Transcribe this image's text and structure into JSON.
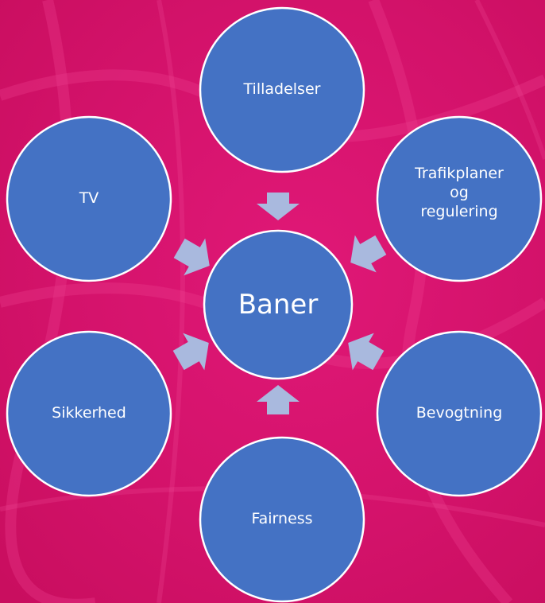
{
  "center": {
    "label": "Baner"
  },
  "nodes": [
    {
      "id": "tilladelser",
      "label": "Tilladelser"
    },
    {
      "id": "trafikplaner",
      "label_lines": [
        "Trafikplaner",
        "og",
        "regulering"
      ]
    },
    {
      "id": "bevogtning",
      "label": "Bevogtning"
    },
    {
      "id": "fairness",
      "label": "Fairness"
    },
    {
      "id": "sikkerhed",
      "label": "Sikkerhed"
    },
    {
      "id": "tv",
      "label": "TV"
    }
  ],
  "colors": {
    "background": "#d8136a",
    "circle_fill": "#4472c4",
    "circle_stroke": "#ffffff",
    "arrow_fill": "#a9b9de"
  }
}
